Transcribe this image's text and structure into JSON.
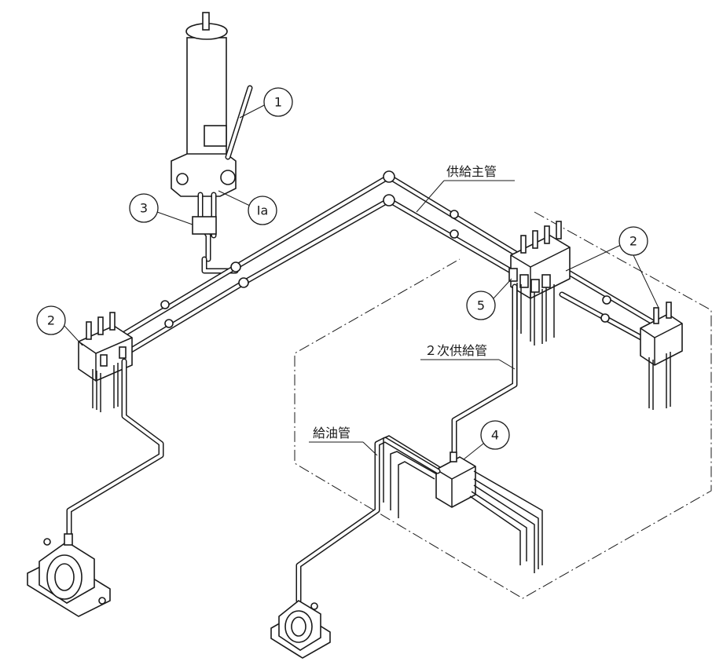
{
  "callouts": {
    "c1": "1",
    "c1a": "Ⅰa",
    "c2_left": "2",
    "c2_right": "2",
    "c3": "3",
    "c4": "4",
    "c5": "5"
  },
  "labels": {
    "main_supply_pipe": "供給主管",
    "secondary_supply_pipe": "２次供給管",
    "oil_supply_pipe": "給油管"
  }
}
